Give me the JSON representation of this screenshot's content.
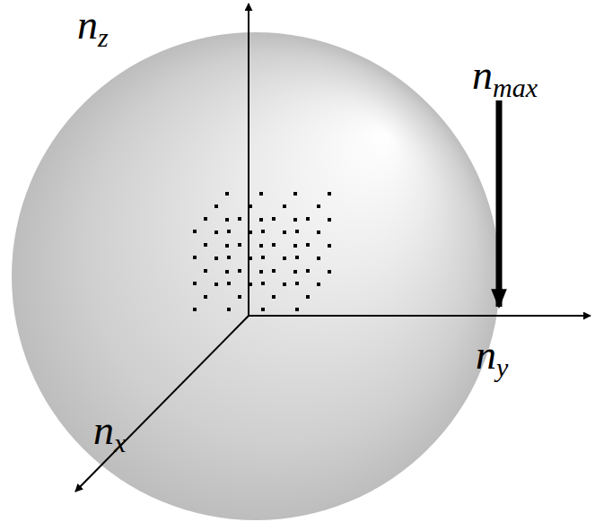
{
  "diagram": {
    "labels": [
      "nz",
      "nmax",
      "ny",
      "nx"
    ]
  }
}
